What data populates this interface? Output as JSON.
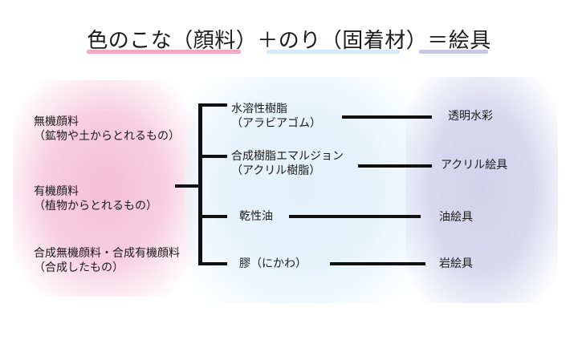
{
  "title": "色のこな（顔料）＋のり（固着材）＝絵具",
  "colors": {
    "pink": "#f2a9c4",
    "blue": "#d6ebf8",
    "lavender": "#c8c8e4",
    "line": "#111111"
  },
  "pigments": [
    {
      "line1": "無機顔料",
      "line2": "（鉱物や土からとれるもの）"
    },
    {
      "line1": "有機顔料",
      "line2": "（植物からとれるもの）"
    },
    {
      "line1": "合成無機顔料・合成有機顔料",
      "line2": "（合成したもの）"
    }
  ],
  "binders": [
    {
      "line1": "水溶性樹脂",
      "line2": "（アラビアゴム）"
    },
    {
      "line1": "合成樹脂エマルジョン",
      "line2": "（アクリル樹脂）"
    },
    {
      "line1": "乾性油",
      "line2": ""
    },
    {
      "line1": "膠（にかわ）",
      "line2": ""
    }
  ],
  "paints": [
    {
      "label": "透明水彩"
    },
    {
      "label": "アクリル絵具"
    },
    {
      "label": "油絵具"
    },
    {
      "label": "岩絵具"
    }
  ]
}
